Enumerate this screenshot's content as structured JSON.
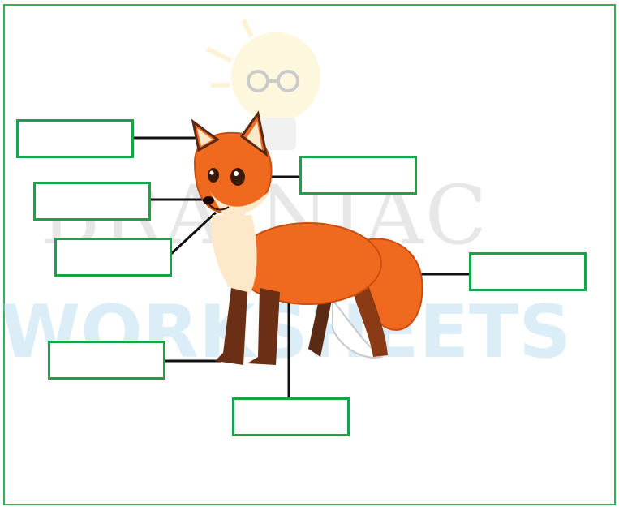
{
  "watermark": {
    "line1": "BRAINIAC",
    "line2": "WORKSHEETS"
  },
  "labels": [
    {
      "id": "ear",
      "text": ""
    },
    {
      "id": "nose",
      "text": ""
    },
    {
      "id": "mouth",
      "text": ""
    },
    {
      "id": "paw",
      "text": ""
    },
    {
      "id": "eye",
      "text": ""
    },
    {
      "id": "tail",
      "text": ""
    },
    {
      "id": "leg",
      "text": ""
    }
  ],
  "colors": {
    "border": "#2fb45c",
    "box_border": "#16a34a",
    "fox_orange": "#ef6a1f",
    "fox_cream": "#fde9c9",
    "fox_dark": "#5a2a14"
  }
}
